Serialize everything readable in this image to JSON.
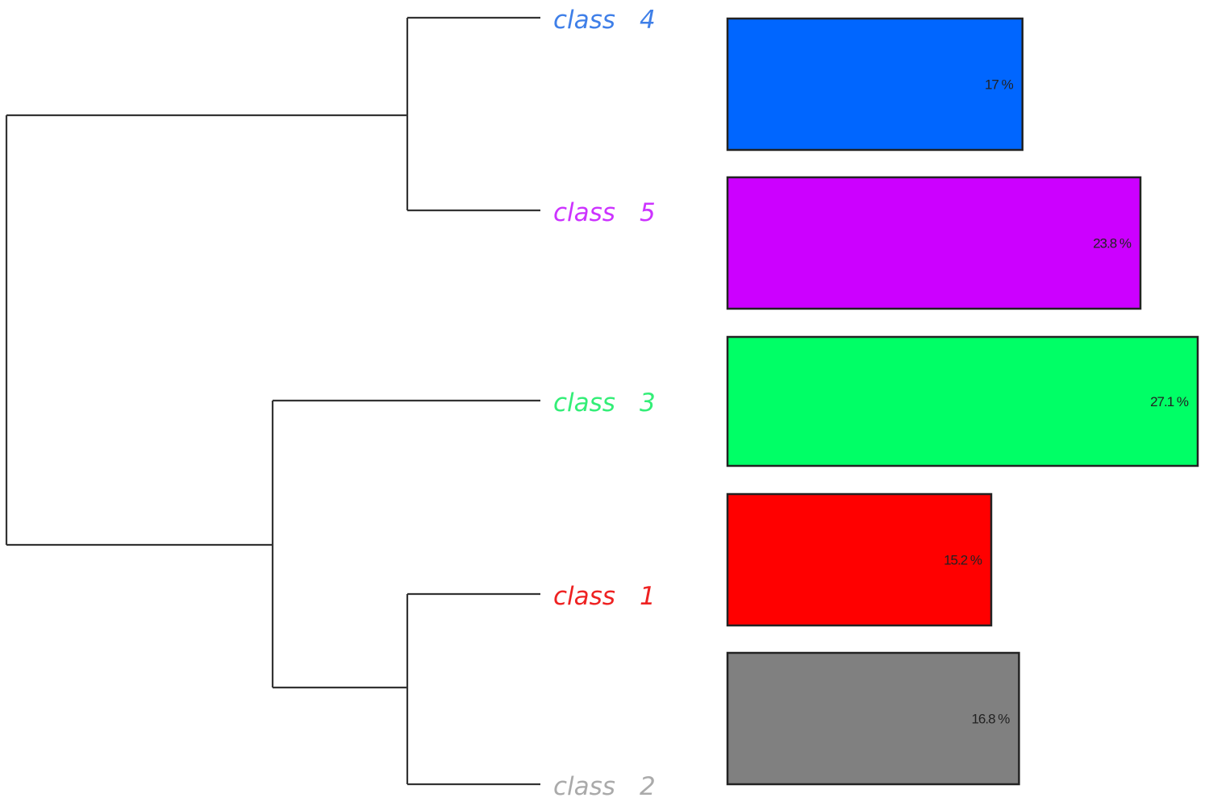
{
  "chart_data": {
    "type": "bar",
    "orientation": "horizontal",
    "categories": [
      "class 4",
      "class 5",
      "class 3",
      "class 1",
      "class 2"
    ],
    "series": [
      {
        "values": [
          17,
          23.8,
          27.1,
          15.2,
          16.8
        ]
      }
    ],
    "bar_labels": [
      "17 %",
      "23.8 %",
      "27.1 %",
      "15.2 %",
      "16.8 %"
    ],
    "colors": [
      "#0066ff",
      "#cc00ff",
      "#00ff66",
      "#ff0000",
      "#808080"
    ],
    "label_colors": [
      "#3f7fe8",
      "#cc33ff",
      "#33ee77",
      "#ee2222",
      "#aaaaaa"
    ],
    "class_names": [
      "class",
      "class",
      "class",
      "class",
      "class"
    ],
    "class_numbers": [
      "4",
      "5",
      "3",
      "1",
      "2"
    ],
    "dendrogram": {
      "merges": [
        {
          "children": [
            "class 4",
            "class 5"
          ]
        },
        {
          "children": [
            "class 1",
            "class 2"
          ]
        },
        {
          "children": [
            "class 3",
            "class 1 + class 2"
          ]
        },
        {
          "children": [
            "class 4 + class 5",
            "class 3 + class 1 + class 2"
          ]
        }
      ]
    },
    "title": "",
    "xlabel": "",
    "ylabel": "",
    "grid": false,
    "legend": "none"
  }
}
